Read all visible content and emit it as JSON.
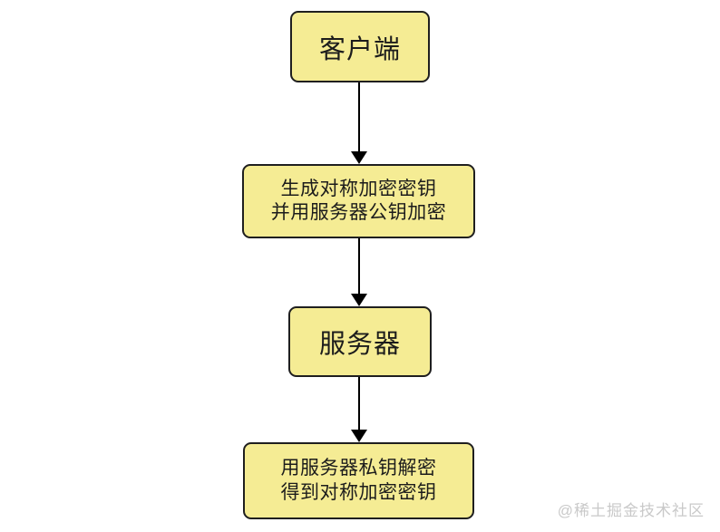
{
  "diagram": {
    "type": "flowchart",
    "direction": "top-to-bottom",
    "colors": {
      "background": "#ffffff",
      "node_fill": "#f5ec94",
      "node_border": "#1f1f1f",
      "arrow": "#000000",
      "text": "#1c1c1c",
      "watermark": "#c9c9c9"
    },
    "nodes": [
      {
        "id": "client",
        "lines": [
          "客户端"
        ]
      },
      {
        "id": "generate",
        "lines": [
          "生成对称加密密钥",
          "并用服务器公钥加密"
        ]
      },
      {
        "id": "server",
        "lines": [
          "服务器"
        ]
      },
      {
        "id": "decrypt",
        "lines": [
          "用服务器私钥解密",
          "得到对称加密密钥"
        ]
      }
    ],
    "edges": [
      {
        "from": "client",
        "to": "generate",
        "style": "solid-arrow-down"
      },
      {
        "from": "generate",
        "to": "server",
        "style": "solid-arrow-down"
      },
      {
        "from": "server",
        "to": "decrypt",
        "style": "solid-arrow-down"
      }
    ],
    "watermark": "@稀土掘金技术社区"
  }
}
